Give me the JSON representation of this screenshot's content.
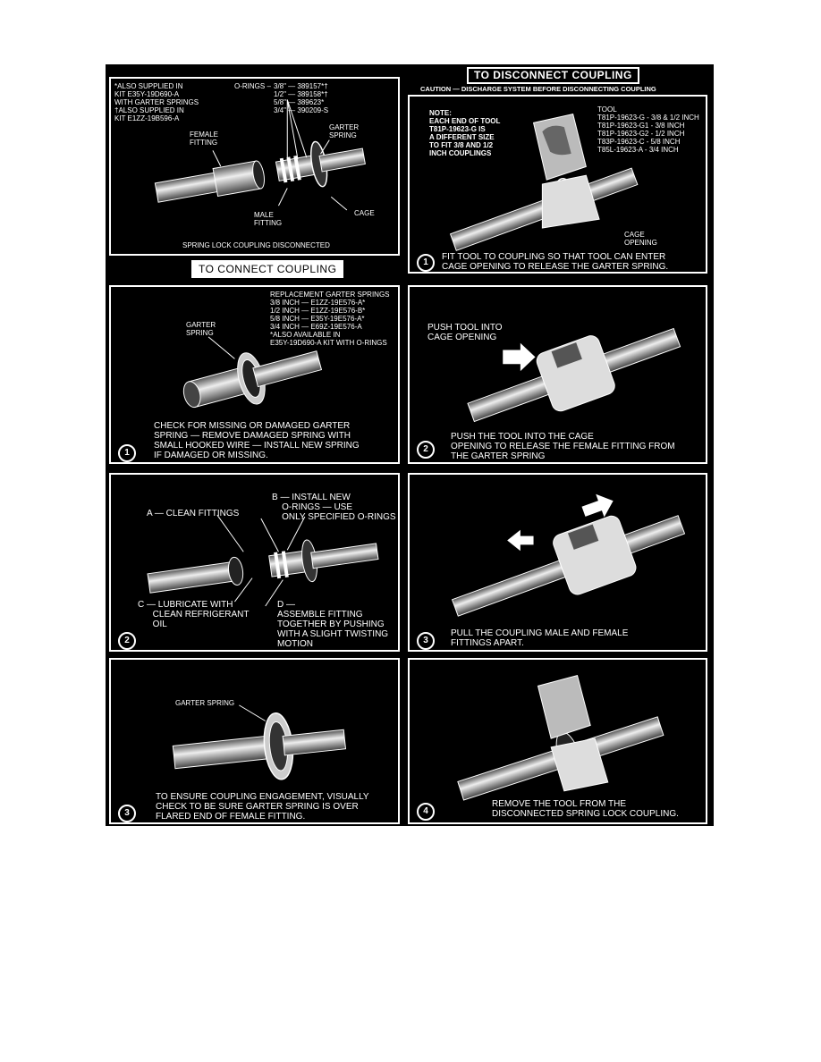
{
  "headings": {
    "disconnect": "TO DISCONNECT COUPLING",
    "caution": "CAUTION — DISCHARGE SYSTEM BEFORE DISCONNECTING COUPLING",
    "connect": "TO CONNECT COUPLING"
  },
  "overview": {
    "supplied_note": "*ALSO SUPPLIED IN\nKIT E35Y-19D690-A\nWITH GARTER SPRINGS\n†ALSO SUPPLIED IN\nKIT E1ZZ-19B596-A",
    "orings_label": "O-RINGS –",
    "orings_list": "3/8\" — 389157*†\n1/2\" — 389158*†\n5/8\" — 389623*\n3/4\" — 390209-S",
    "female_fitting": "FEMALE\nFITTING",
    "garter_spring": "GARTER\nSPRING",
    "male_fitting": "MALE\nFITTING",
    "cage": "CAGE",
    "caption": "SPRING LOCK COUPLING DISCONNECTED"
  },
  "disconnect_steps": [
    {
      "number": "1",
      "note": "NOTE:\nEACH END OF TOOL\nT81P-19623-G IS\nA DIFFERENT SIZE\nTO FIT 3/8 and 1/2\nINCH COUPLINGS",
      "tool_list": "TOOL\nT81P-19623-G - 3/8 & 1/2 INCH\nT81P-19623-G1 - 3/8 INCH\nT81P-19623-G2 - 1/2 INCH\nT83P-19623-C - 5/8 INCH\nT85L-19623-A - 3/4 INCH",
      "cage_opening": "CAGE\nOPENING",
      "text": "FIT TOOL TO COUPLING SO THAT TOOL CAN ENTER\nCAGE OPENING TO RELEASE THE GARTER SPRING."
    },
    {
      "number": "2",
      "push_label": "PUSH TOOL INTO\nCAGE OPENING",
      "text": "PUSH THE TOOL INTO THE CAGE\nOPENING TO RELEASE THE FEMALE FITTING FROM\nTHE GARTER SPRING"
    },
    {
      "number": "3",
      "text": "PULL THE COUPLING MALE AND FEMALE\nFITTINGS APART."
    },
    {
      "number": "4",
      "text": "REMOVE THE TOOL FROM THE\nDISCONNECTED SPRING LOCK COUPLING."
    }
  ],
  "connect_steps": [
    {
      "number": "1",
      "replacement": "REPLACEMENT GARTER SPRINGS\n3/8 INCH — E1ZZ-19E576-A*\n1/2 INCH — E1ZZ-19E576-B*\n5/8 INCH — E35Y-19E576-A*\n3/4 INCH — E69Z-19E576-A\n*ALSO AVAILABLE IN\nE35Y-19D690-A KIT WITH O-RINGS",
      "garter_spring": "GARTER\nSPRING",
      "text": "CHECK FOR MISSING OR DAMAGED GARTER\nSPRING — REMOVE DAMAGED SPRING WITH\nSMALL HOOKED WIRE — INSTALL NEW SPRING\nIF DAMAGED OR MISSING."
    },
    {
      "number": "2",
      "a": "A — CLEAN FITTINGS",
      "b": "B — INSTALL NEW\n    O-RINGS — USE\n    ONLY SPECIFIED O-RINGS",
      "c": "C — LUBRICATE WITH\n      CLEAN REFRIGERANT\n      OIL",
      "d": "D —\nASSEMBLE FITTING\nTOGETHER BY PUSHING\nWITH A SLIGHT TWISTING\nMOTION"
    },
    {
      "number": "3",
      "garter_spring": "GARTER SPRING",
      "text": "TO ENSURE COUPLING ENGAGEMENT, VISUALLY\nCHECK TO BE SURE GARTER SPRING IS OVER\nFLARED END OF FEMALE FITTING."
    }
  ]
}
